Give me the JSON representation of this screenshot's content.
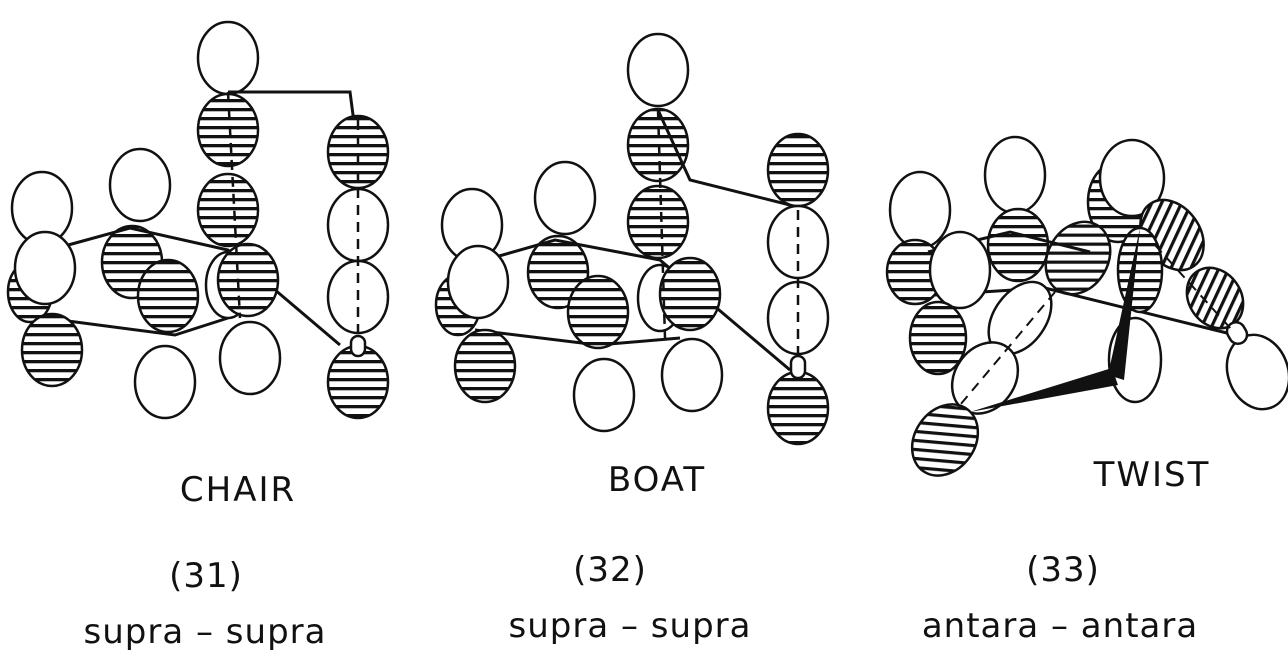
{
  "figures": [
    {
      "conformation": "CHAIR",
      "number": "(31)",
      "mode": "supra – supra"
    },
    {
      "conformation": "BOAT",
      "number": "(32)",
      "mode": "supra – supra"
    },
    {
      "conformation": "TWIST",
      "number": "(33)",
      "mode": "antara – antara"
    }
  ],
  "colors": {
    "ink": "#111111",
    "paper": "#ffffff"
  },
  "lobe_styles": [
    "hatched",
    "open"
  ]
}
